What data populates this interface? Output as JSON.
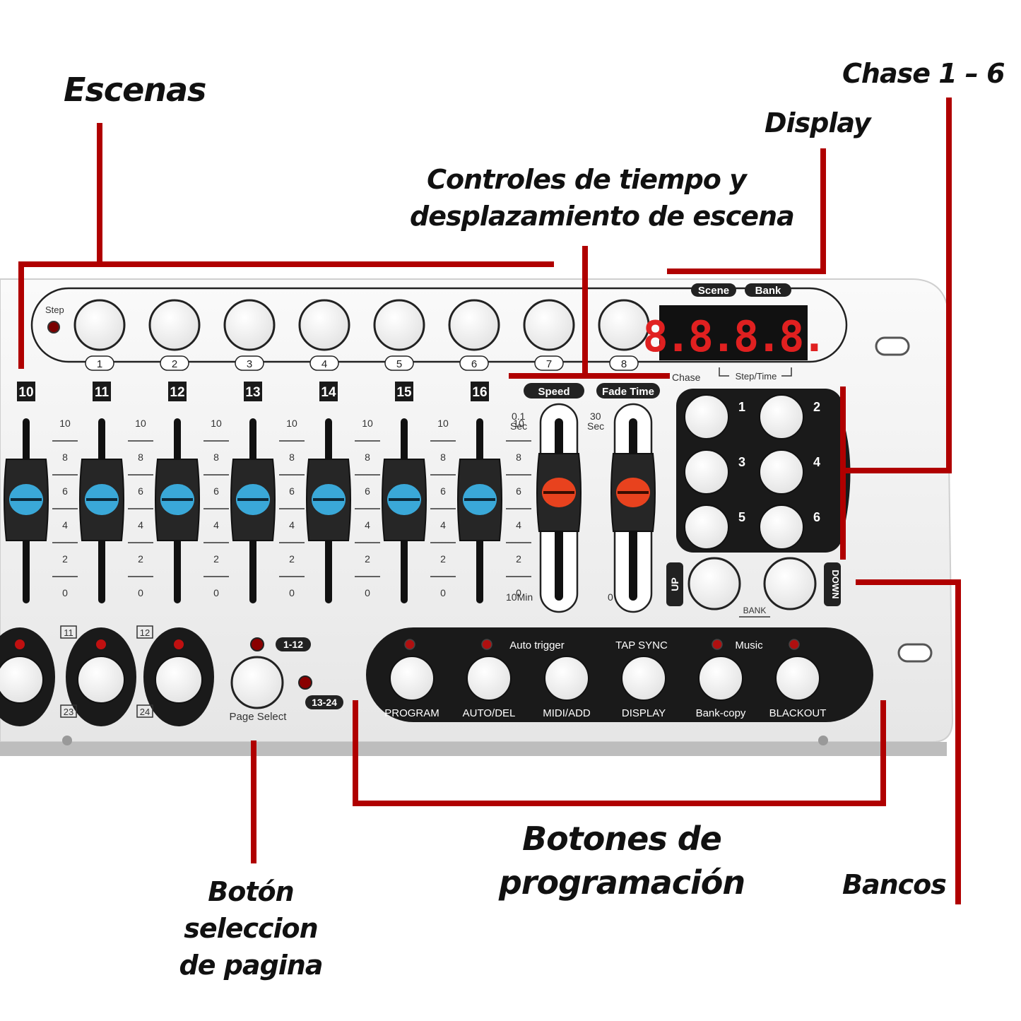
{
  "annotations": {
    "escenas": "Escenas",
    "chase": "Chase 1 – 6",
    "display": "Display",
    "controles_line1": "Controles de tiempo y",
    "controles_line2": "desplazamiento de escena",
    "botones_line1": "Botones  de",
    "botones_line2": "programación",
    "bancos": "Bancos",
    "boton_line1": "Botón",
    "boton_line2": "seleccion",
    "boton_line3": "de pagina"
  },
  "panel": {
    "step_label": "Step",
    "scene_numbers": [
      "1",
      "2",
      "3",
      "4",
      "5",
      "6",
      "7",
      "8"
    ],
    "channel_numbers": [
      "10",
      "11",
      "12",
      "13",
      "14",
      "15",
      "16"
    ],
    "scale": [
      "10",
      "8",
      "6",
      "4",
      "2",
      "0"
    ],
    "speed_label": "Speed",
    "fade_label": "Fade Time",
    "speed_top": "0.1",
    "speed_top2": "Sec",
    "speed_bottom": "10Min",
    "fade_top": "30",
    "fade_top2": "Sec",
    "fade_bottom": "0",
    "display_scene": "Scene",
    "display_bank": "Bank",
    "display_chase": "Chase",
    "display_step": "Step/Time",
    "display_digits": "8.8.8.8.",
    "chase_numbers": [
      "1",
      "2",
      "3",
      "4",
      "5",
      "6"
    ],
    "bank_up": "UP",
    "bank_down": "DOWN",
    "bank_label": "BANK",
    "page_11": "11",
    "page_12": "12",
    "page_23": "23",
    "page_24": "24",
    "page_1_12": "1-12",
    "page_13_24": "13-24",
    "page_select": "Page Select",
    "auto_trigger": "Auto trigger",
    "tap_sync": "TAP SYNC",
    "music": "Music",
    "prog_buttons": [
      "PROGRAM",
      "AUTO/DEL",
      "MIDI/ADD",
      "DISPLAY",
      "Bank-copy",
      "BLACKOUT"
    ]
  },
  "colors": {
    "callout_line": "#b00000",
    "knob_blue": "#3aa8d8",
    "knob_red": "#e8421e",
    "led": "#c01010",
    "display_digit": "#e02020"
  }
}
